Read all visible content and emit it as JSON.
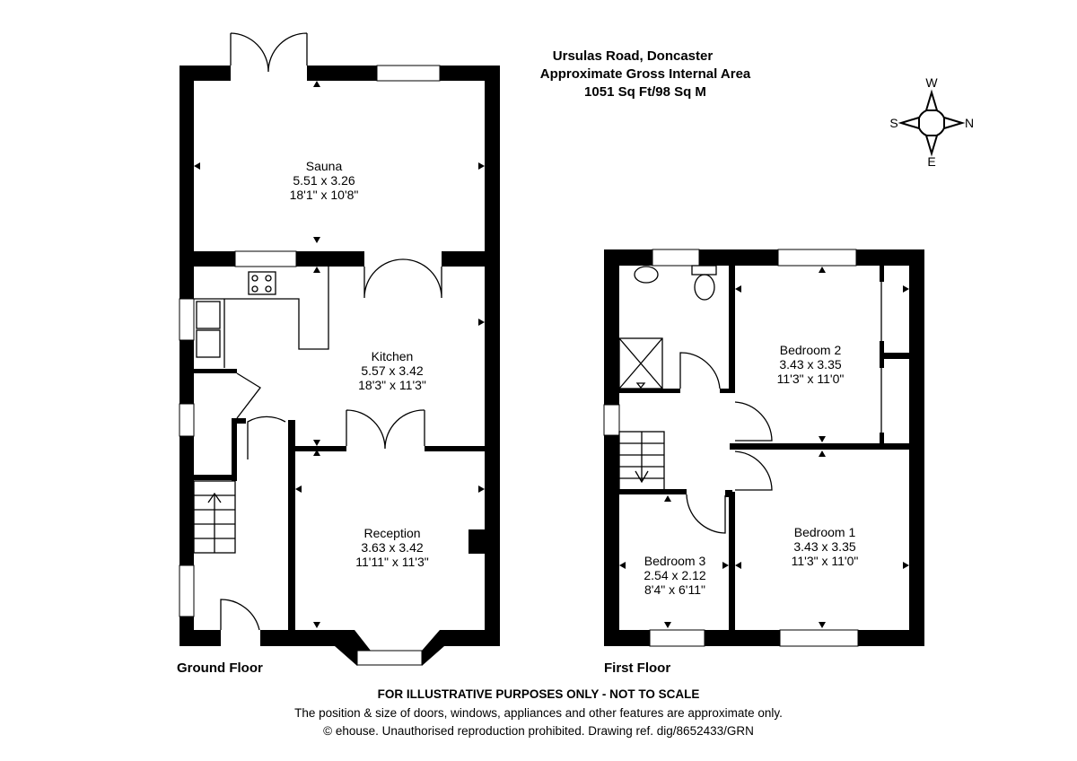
{
  "header": {
    "address": "Ursulas Road, Doncaster",
    "area_label": "Approximate Gross Internal Area",
    "area_value": "1051 Sq Ft/98 Sq M"
  },
  "compass": {
    "top": "W",
    "left": "S",
    "right": "N",
    "bottom": "E"
  },
  "ground_floor": {
    "label": "Ground Floor",
    "rooms": [
      {
        "name": "Sauna",
        "metric": "5.51 x 3.26",
        "imperial": "18'1\" x 10'8\""
      },
      {
        "name": "Kitchen",
        "metric": "5.57 x 3.42",
        "imperial": "18'3\" x 11'3\""
      },
      {
        "name": "Reception",
        "metric": "3.63 x 3.42",
        "imperial": "11'11\" x 11'3\""
      }
    ]
  },
  "first_floor": {
    "label": "First Floor",
    "rooms": [
      {
        "name": "Bedroom 2",
        "metric": "3.43 x 3.35",
        "imperial": "11'3\" x 11'0\""
      },
      {
        "name": "Bedroom 1",
        "metric": "3.43 x 3.35",
        "imperial": "11'3\" x 11'0\""
      },
      {
        "name": "Bedroom 3",
        "metric": "2.54 x 2.12",
        "imperial": "8'4\" x 6'11\""
      }
    ]
  },
  "footer": {
    "disclaimer": "FOR ILLUSTRATIVE PURPOSES ONLY - NOT TO SCALE",
    "note": "The position & size of doors, windows, appliances and other features are approximate only.",
    "copyright": "© ehouse. Unauthorised reproduction prohibited. Drawing ref. dig/8652433/GRN"
  }
}
